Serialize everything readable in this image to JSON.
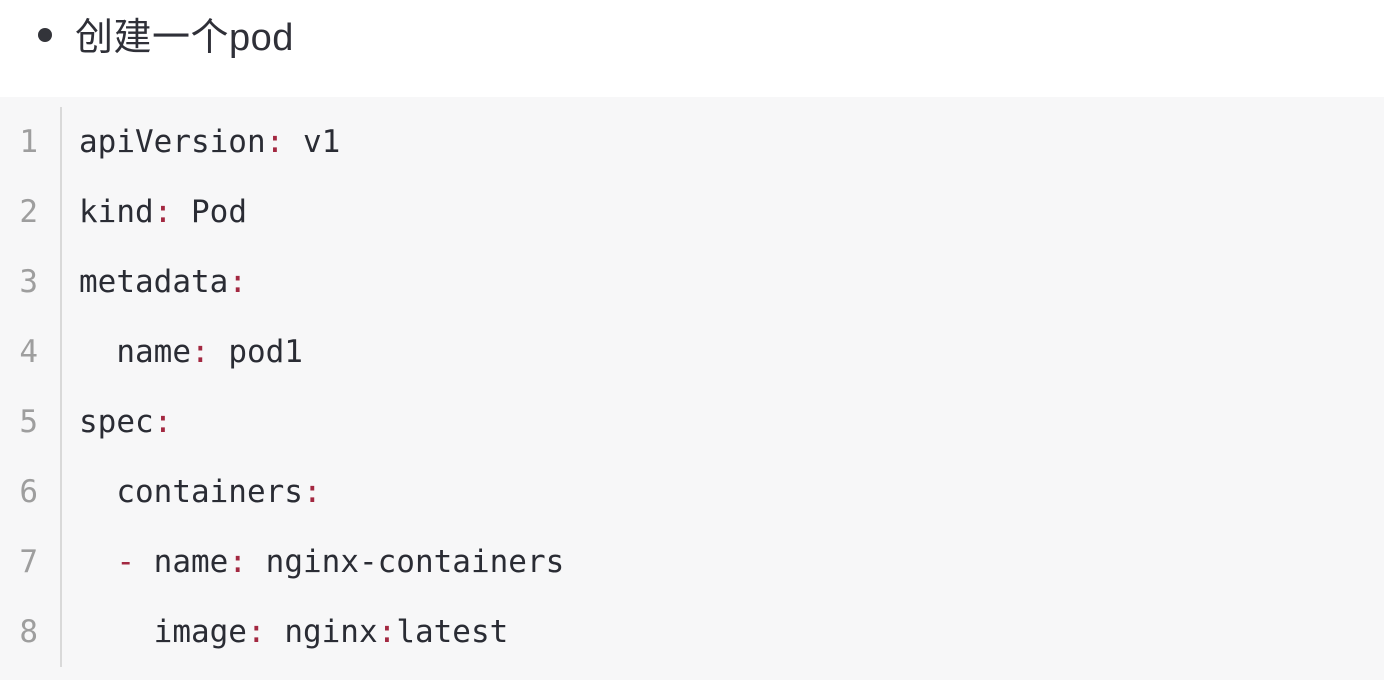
{
  "heading": {
    "bullet_icon": "bullet",
    "text": "创建一个pod",
    "color": "#2f3038"
  },
  "code_block": {
    "language": "yaml",
    "background": "#f7f7f8",
    "line_number_color": "#9e9e9e",
    "separator_color": "#d9d9d9",
    "text_color": "#2a2c34",
    "punctuation_color": "#a32841",
    "lines": [
      {
        "number": "1",
        "tokens": [
          {
            "c": "text",
            "v": "apiVersion"
          },
          {
            "c": "punc",
            "v": ":"
          },
          {
            "c": "text",
            "v": " v1"
          }
        ]
      },
      {
        "number": "2",
        "tokens": [
          {
            "c": "text",
            "v": "kind"
          },
          {
            "c": "punc",
            "v": ":"
          },
          {
            "c": "text",
            "v": " Pod"
          }
        ]
      },
      {
        "number": "3",
        "tokens": [
          {
            "c": "text",
            "v": "metadata"
          },
          {
            "c": "punc",
            "v": ":"
          }
        ]
      },
      {
        "number": "4",
        "tokens": [
          {
            "c": "text",
            "v": "  name"
          },
          {
            "c": "punc",
            "v": ":"
          },
          {
            "c": "text",
            "v": " pod1"
          }
        ]
      },
      {
        "number": "5",
        "tokens": [
          {
            "c": "text",
            "v": "spec"
          },
          {
            "c": "punc",
            "v": ":"
          }
        ]
      },
      {
        "number": "6",
        "tokens": [
          {
            "c": "text",
            "v": "  containers"
          },
          {
            "c": "punc",
            "v": ":"
          }
        ]
      },
      {
        "number": "7",
        "tokens": [
          {
            "c": "text",
            "v": "  "
          },
          {
            "c": "punc",
            "v": "-"
          },
          {
            "c": "text",
            "v": " name"
          },
          {
            "c": "punc",
            "v": ":"
          },
          {
            "c": "text",
            "v": " nginx-containers"
          }
        ]
      },
      {
        "number": "8",
        "tokens": [
          {
            "c": "text",
            "v": "    image"
          },
          {
            "c": "punc",
            "v": ":"
          },
          {
            "c": "text",
            "v": " nginx"
          },
          {
            "c": "punc",
            "v": ":"
          },
          {
            "c": "text",
            "v": "latest"
          }
        ]
      }
    ]
  }
}
